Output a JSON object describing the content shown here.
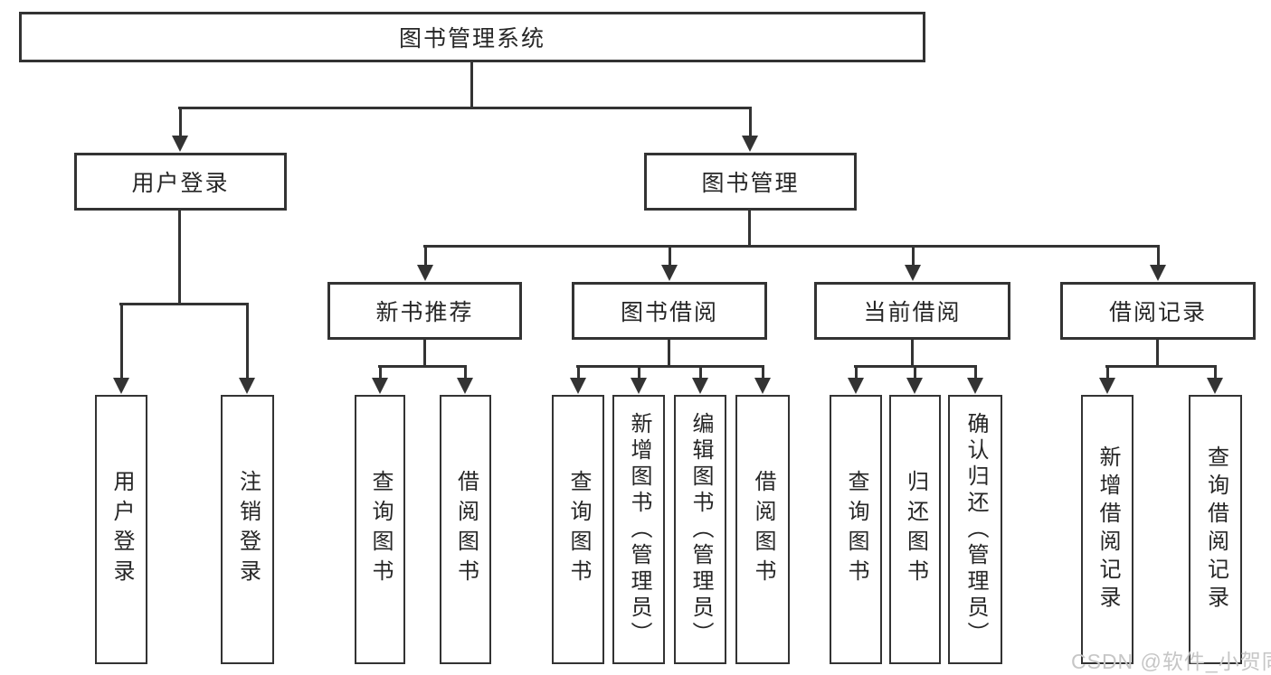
{
  "diagram": {
    "tree": {
      "root": {
        "label": "图书管理系统",
        "children": [
          {
            "label": "用户登录",
            "children": [
              {
                "label": "用户登录"
              },
              {
                "label": "注销登录"
              }
            ]
          },
          {
            "label": "图书管理",
            "children": [
              {
                "label": "新书推荐",
                "children": [
                  {
                    "label": "查询图书"
                  },
                  {
                    "label": "借阅图书"
                  }
                ]
              },
              {
                "label": "图书借阅",
                "children": [
                  {
                    "label": "查询图书"
                  },
                  {
                    "label": "新增图书（管理员）"
                  },
                  {
                    "label": "编辑图书（管理员）"
                  },
                  {
                    "label": "借阅图书"
                  }
                ]
              },
              {
                "label": "当前借阅",
                "children": [
                  {
                    "label": "查询图书"
                  },
                  {
                    "label": "归还图书"
                  },
                  {
                    "label": "确认归还（管理员）"
                  }
                ]
              },
              {
                "label": "借阅记录",
                "children": [
                  {
                    "label": "新增借阅记录"
                  },
                  {
                    "label": "查询借阅记录"
                  }
                ]
              }
            ]
          }
        ]
      }
    },
    "colors": {
      "line": "#333333",
      "text": "#262626",
      "background": "#ffffff",
      "watermark": "#c6c6c6"
    }
  },
  "watermark": {
    "text": "CSDN @软件_小贺同学"
  }
}
